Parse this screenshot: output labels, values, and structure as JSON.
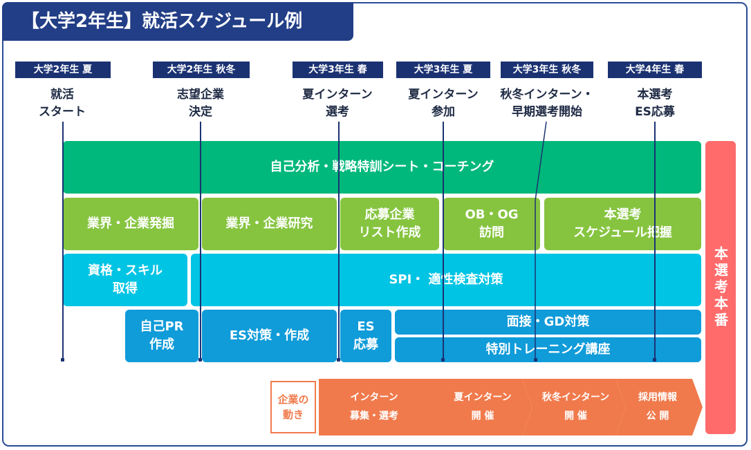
{
  "title": "【大学2年生】就活スケジュール例",
  "milestones": [
    {
      "badge": "大学2年生 夏",
      "label": "就活\nスタート"
    },
    {
      "badge": "大学2年生 秋冬",
      "label": "志望企業\n決定"
    },
    {
      "badge": "大学3年生 春",
      "label": "夏インターン\n選考"
    },
    {
      "badge": "大学3年生 夏",
      "label": "夏インターン\n参加"
    },
    {
      "badge": "大学3年生 秋冬",
      "label": "秋冬インターン・\n早期選考開始"
    },
    {
      "badge": "大学4年生 春",
      "label": "本選考\nES応募"
    }
  ],
  "boxes": {
    "self_analysis": "自己分析・戦略特訓シート・コーチング",
    "industry_dig": "業界・企業発掘",
    "industry_research": "業界・企業研究",
    "apply_list": "応募企業\nリスト作成",
    "ob_og": "OB・OG\n訪問",
    "main_schedule": "本選考\nスケジュール把握",
    "qualification": "資格・スキル\n取得",
    "spi": "SPI・ 適性検査対策",
    "self_pr": "自己PR\n作成",
    "es_prep": "ES対策・作成",
    "es_apply": "ES\n応募",
    "interview": "面接・GD対策",
    "special_training": "特別トレーニング講座"
  },
  "right_box": "本選考本番",
  "company": {
    "label": "企業の\n動き",
    "steps": [
      "インターン\n募集・選考",
      "夏インターン\n開 催",
      "秋冬インターン\n開 催",
      "採用情報\n公 開"
    ]
  },
  "colors": {
    "navy": "#1b3272",
    "title_bg": "#223e86",
    "green_dark": "#00b87b",
    "green_light": "#86c440",
    "cyan": "#00c4e4",
    "blue": "#109bd9",
    "red": "#ff6b6b",
    "orange": "#f07a4c"
  }
}
